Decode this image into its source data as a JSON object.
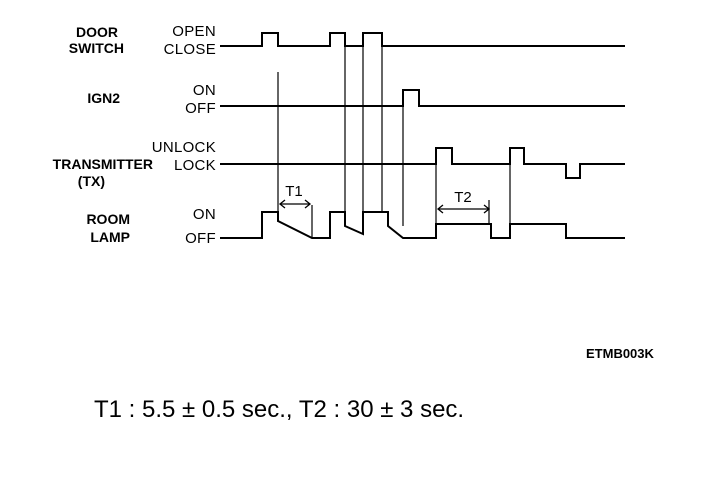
{
  "signals": {
    "door_switch": {
      "name_line1": "DOOR",
      "name_line2": "SWITCH",
      "state_high": "OPEN",
      "state_low": "CLOSE"
    },
    "ign2": {
      "name_line1": "IGN2",
      "state_high": "ON",
      "state_low": "OFF"
    },
    "transmitter": {
      "name_line1": "TRANSMITTER",
      "name_line2": "(TX)",
      "state_high": "UNLOCK",
      "state_low": "LOCK"
    },
    "room_lamp": {
      "name_line1": "ROOM",
      "name_line2": "LAMP",
      "state_high": "ON",
      "state_low": "OFF"
    }
  },
  "intervals": {
    "t1": "T1",
    "t2": "T2"
  },
  "figure_code": "ETMB003K",
  "caption": "T1 : 5.5 ± 0.5 sec., T2 : 30 ± 3 sec."
}
